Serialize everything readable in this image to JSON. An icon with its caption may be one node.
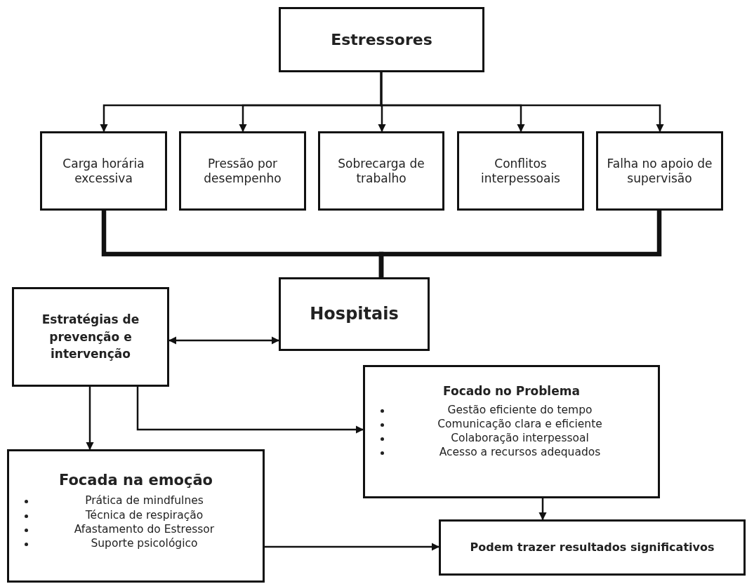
{
  "diagram": {
    "nodes": [
      {
        "text": [
          "Estressores"
        ]
      },
      {
        "text": [
          "Carga horária excessiva"
        ]
      },
      {
        "text": [
          "Pressão por desempenho"
        ]
      },
      {
        "text": [
          "Sobrecarga de trabalho"
        ]
      },
      {
        "text": [
          "Conflitos interpessoais"
        ]
      },
      {
        "text": [
          "Falha no apoio de supervisão"
        ]
      },
      {
        "text": [
          "Hospitais"
        ]
      },
      {
        "text": [
          "Estratégias de prevenção e intervenção"
        ]
      },
      {
        "text": [
          "Focado no Problema",
          "Gestão eficiente do tempo",
          "Comunicação clara e eficiente",
          "Colaboração interpessoal",
          "Acesso a recursos adequados"
        ]
      },
      {
        "text": [
          "Focada na emoção",
          "Prática de mindfulnes",
          "Técnica de respiração",
          "Afastamento do Estressor",
          "Suporte psicológico"
        ]
      },
      {
        "text": [
          "Podem trazer resultados significativos"
        ]
      }
    ],
    "edges": [
      {
        "from": 0,
        "to": 1,
        "arrow": "to"
      },
      {
        "from": 0,
        "to": 2,
        "arrow": "to"
      },
      {
        "from": 0,
        "to": 3,
        "arrow": "to"
      },
      {
        "from": 0,
        "to": 4,
        "arrow": "to"
      },
      {
        "from": 0,
        "to": 5,
        "arrow": "to"
      },
      {
        "from": 1,
        "to": 6,
        "arrow": "none",
        "style": "thick"
      },
      {
        "from": 5,
        "to": 6,
        "arrow": "none",
        "style": "thick"
      },
      {
        "from": 6,
        "to": 7,
        "arrow": "both"
      },
      {
        "from": 7,
        "to": 8,
        "arrow": "to"
      },
      {
        "from": 7,
        "to": 9,
        "arrow": "to"
      },
      {
        "from": 8,
        "to": 10,
        "arrow": "to"
      },
      {
        "from": 9,
        "to": 10,
        "arrow": "to"
      }
    ]
  }
}
